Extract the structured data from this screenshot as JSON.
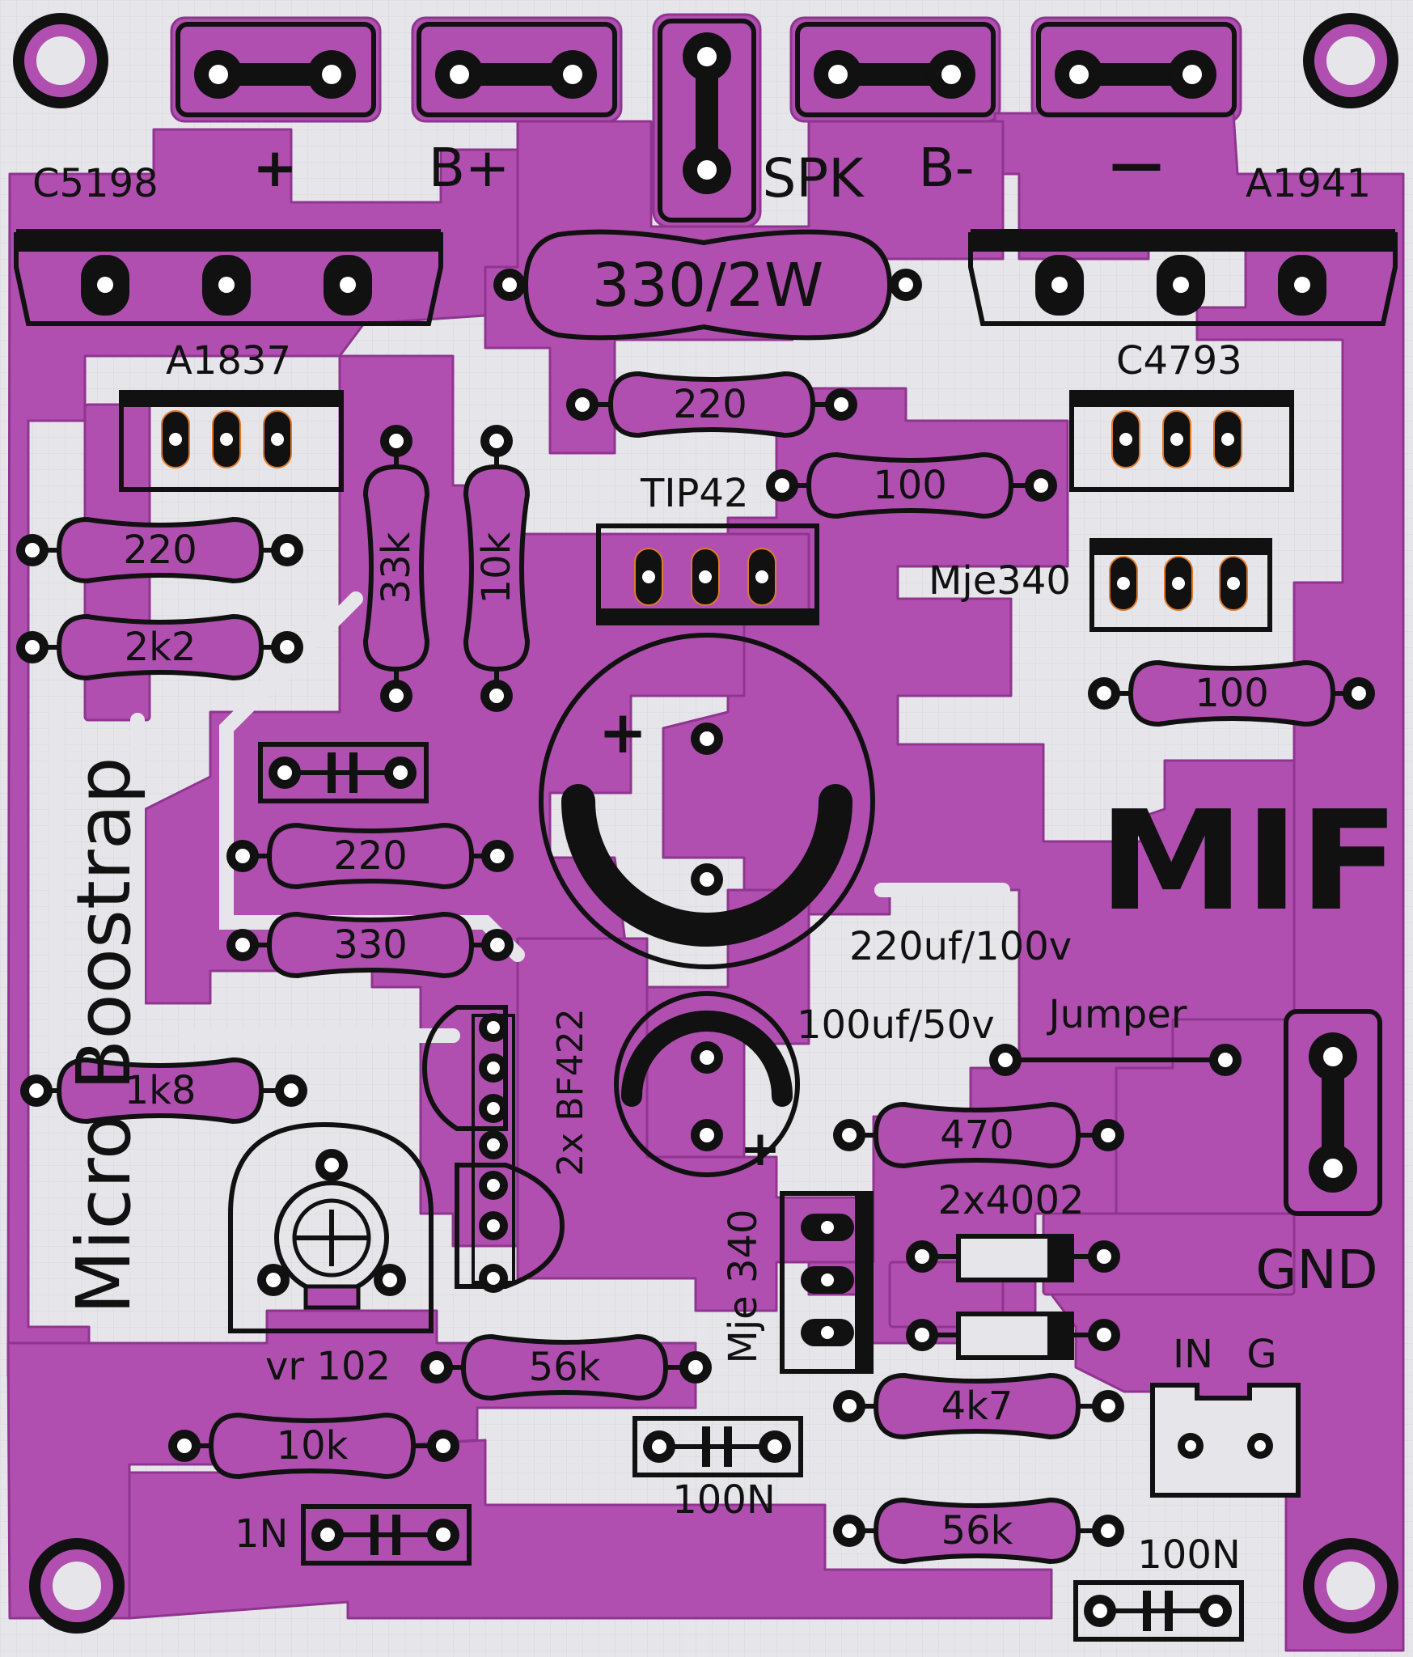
{
  "board": {
    "colors": {
      "background": "#e6e6ea",
      "grid": "#d3d3da",
      "copper": "#b04fb0",
      "copper_edge": "#8f3590",
      "silkscreen": "#111111",
      "pad_ring": "#e07a2a"
    },
    "logo": "MIF",
    "title_vertical": "Micro Boostrap",
    "connectors": {
      "plus": "+",
      "b_plus": "B+",
      "spk": "SPK",
      "b_minus": "B-",
      "minus": "—",
      "gnd": "GND",
      "in": "IN",
      "g": "G"
    },
    "transistors": {
      "c5198": "C5198",
      "a1941": "A1941",
      "a1837": "A1837",
      "c4793": "C4793",
      "tip42": "TIP42",
      "mje340_top": "Mje340",
      "mje340_bottom": "Mje 340",
      "bf422": "2x BF422"
    },
    "resistors": {
      "r330_2w": "330/2W",
      "r220_top": "220",
      "r100_mid": "100",
      "r220_left": "220",
      "r2k2": "2k2",
      "r33k": "33k",
      "r10k_top": "10k",
      "r100_right": "100",
      "r220_center": "220",
      "r330_center": "330",
      "r1k8": "1k8",
      "r470": "470",
      "r56k_a": "56k",
      "r10k_bottom": "10k",
      "r4k7": "4k7",
      "r56k_b": "56k"
    },
    "capacitors": {
      "c220uf": "220uf/100v",
      "c100uf": "100uf/50v",
      "c100n_a": "100N",
      "c1n": "1N",
      "c100n_b": "100N",
      "cap_plus": "+"
    },
    "diodes": "2x4002",
    "trimmer": "vr 102",
    "jumper": "Jumper"
  }
}
